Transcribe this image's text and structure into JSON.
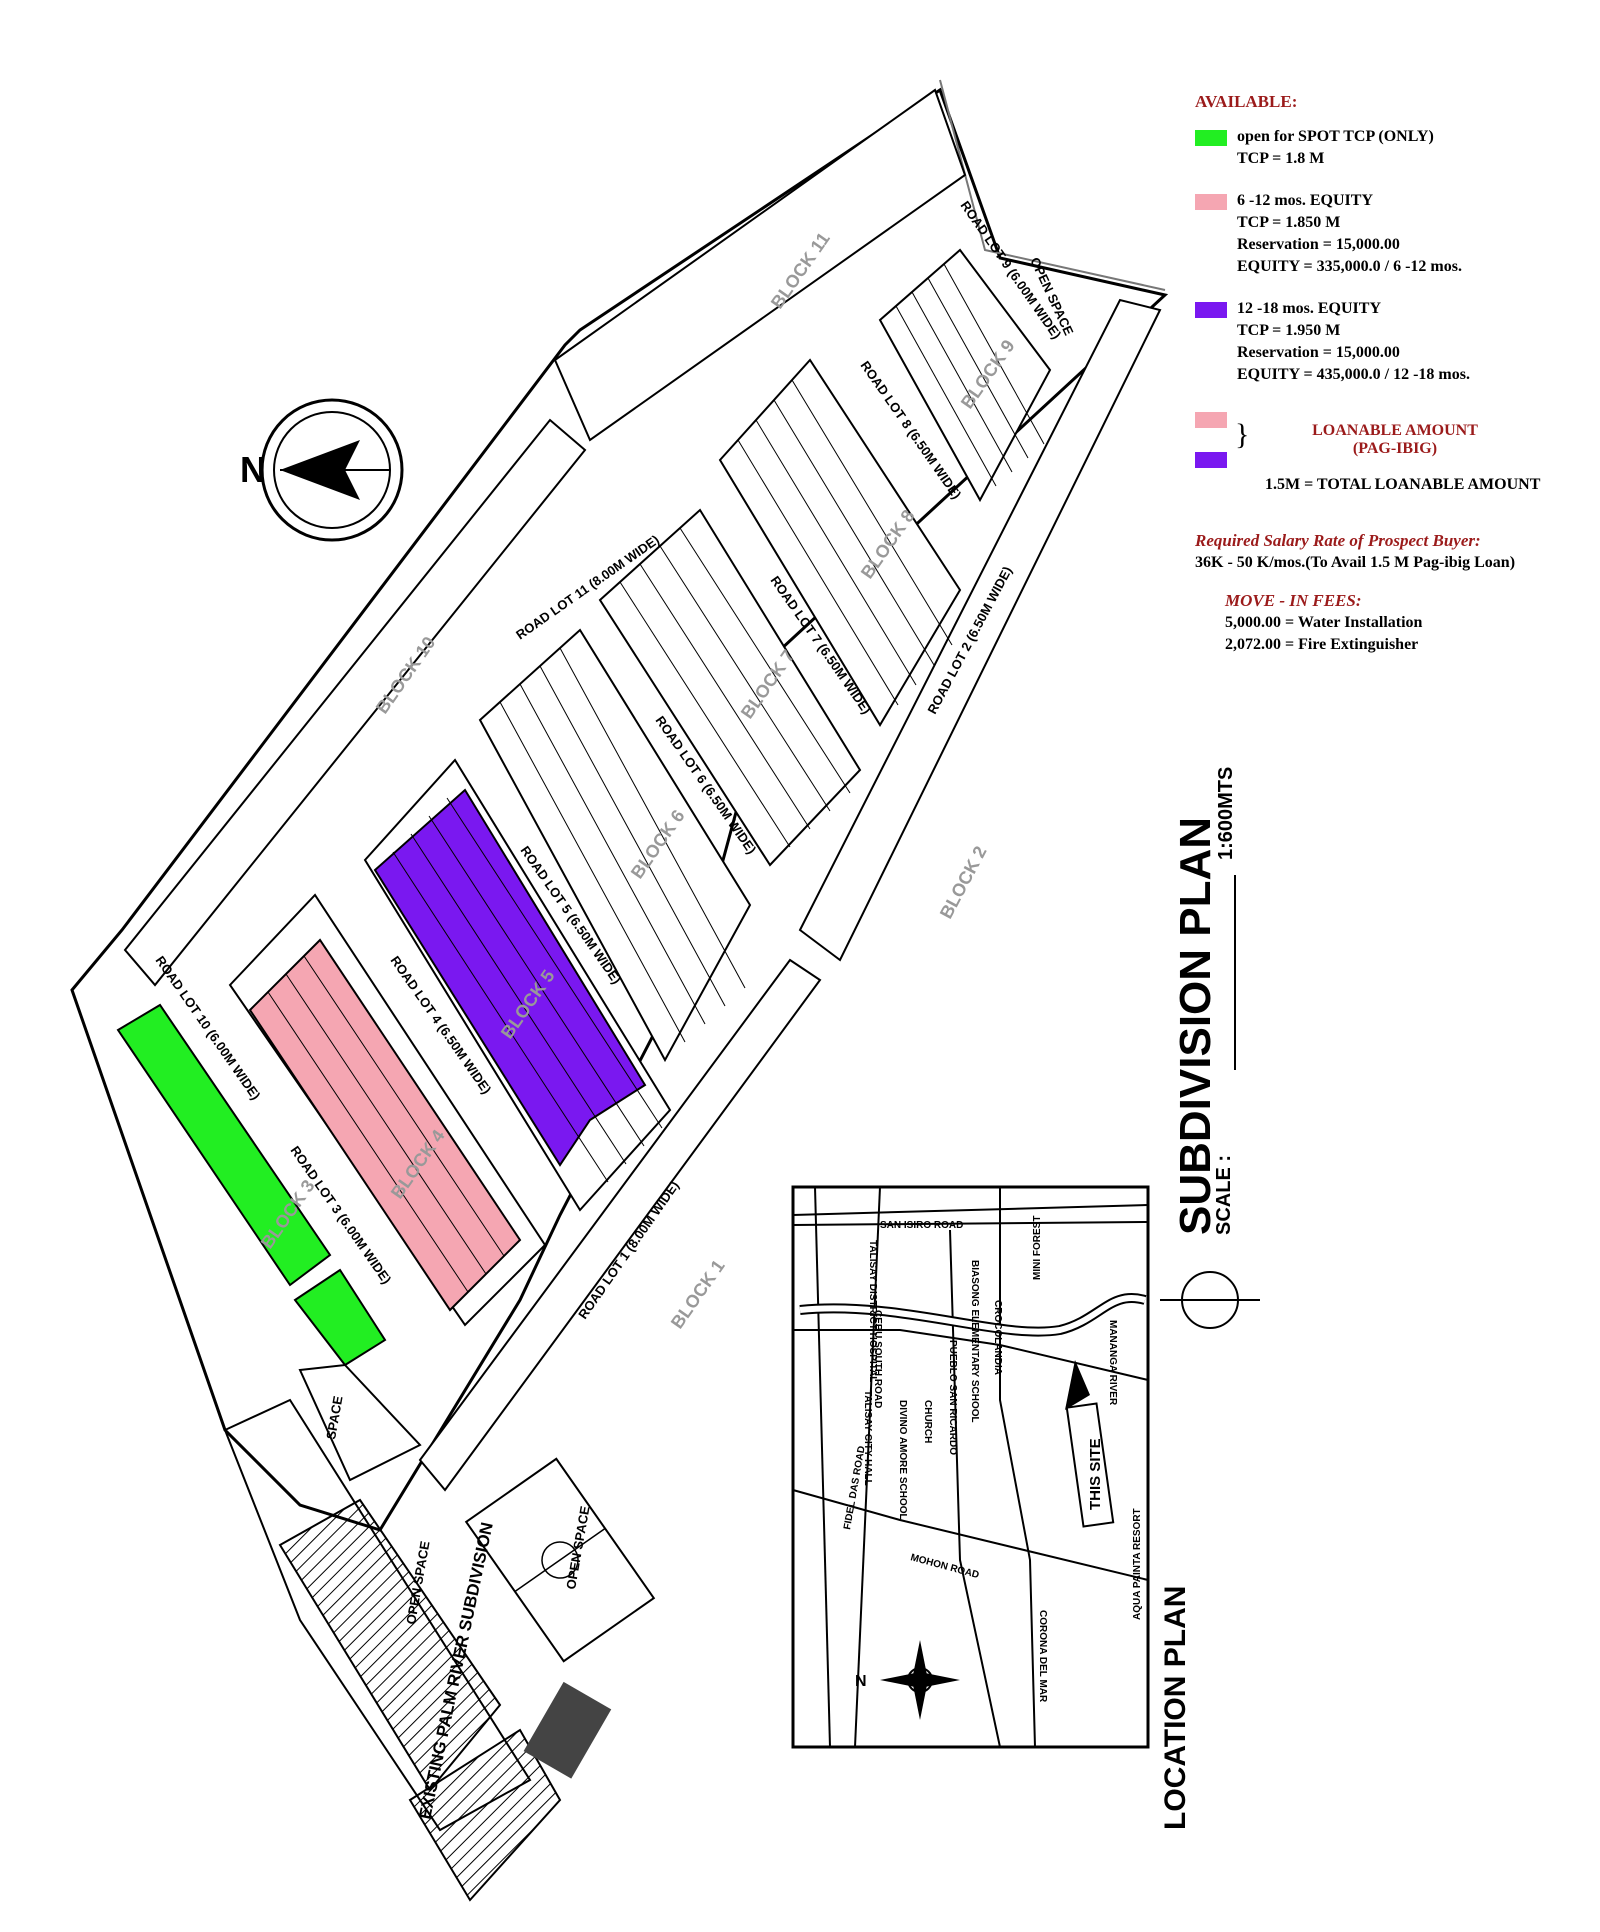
{
  "legend": {
    "title": "AVAILABLE:",
    "items": [
      {
        "color": "#22ee22",
        "line1": "open for SPOT TCP (ONLY)",
        "line2": "TCP = 1.8 M",
        "line3": "",
        "line4": ""
      },
      {
        "color": "#f5a6b2",
        "line1": "6 -12 mos. EQUITY",
        "line2": "TCP = 1.850 M",
        "line3": "Reservation = 15,000.00",
        "line4": "EQUITY = 335,000.0 / 6 -12 mos."
      },
      {
        "color": "#7a18f0",
        "line1": "12 -18 mos. EQUITY",
        "line2": "TCP = 1.950 M",
        "line3": "Reservation = 15,000.00",
        "line4": "EQUITY = 435,000.0 / 12 -18 mos."
      }
    ]
  },
  "loan": {
    "label1": "LOANABLE AMOUNT",
    "label2": "(PAG-IBIG)",
    "total": "1.5M = TOTAL LOANABLE AMOUNT"
  },
  "notes": {
    "salary_title": "Required Salary Rate of  Prospect Buyer:",
    "salary_text": "36K - 50 K/mos.(To Avail 1.5 M Pag-ibig Loan)",
    "fees_title": "MOVE - IN FEES:",
    "fee1": "5,000.00 = Water Installation",
    "fee2": "2,072.00 = Fire Extinguisher"
  },
  "plan": {
    "title": "SUBDIVISION PLAN",
    "scale_label": "SCALE :",
    "scale_value": "1:600MTS",
    "location_title": "LOCATION PLAN",
    "north": "N",
    "existing": "EXISTING PALM RIVER SUBDIVISION",
    "open_space_1": "OPEN SPACE",
    "open_space_2": "OPEN SPACE",
    "open_space_3": "OPEN SPACE",
    "space": "SPACE",
    "roads": {
      "r1": "ROAD LOT 1 (8.00M WIDE)",
      "r2": "ROAD LOT 2 (6.50M WIDE)",
      "r3": "ROAD LOT 3 (6.00M WIDE)",
      "r4": "ROAD LOT 4 (6.50M WIDE)",
      "r5": "ROAD LOT 5 (6.50M WIDE)",
      "r6": "ROAD LOT 6 (6.50M WIDE)",
      "r7": "ROAD LOT 7 (6.50M WIDE)",
      "r8": "ROAD LOT 8 (6.50M WIDE)",
      "r9": "ROAD LOT 9 (6.00M WIDE)",
      "r10": "ROAD LOT 10 (6.00M WIDE)",
      "r11": "ROAD LOT 11 (8.00M WIDE)"
    },
    "blocks": {
      "b1": "BLOCK 1",
      "b2": "BLOCK 2",
      "b3": "BLOCK 3",
      "b4": "BLOCK 4",
      "b5": "BLOCK 5",
      "b6": "BLOCK 6",
      "b7": "BLOCK 7",
      "b8": "BLOCK 8",
      "b9": "BLOCK 9",
      "b10": "BLOCK 10",
      "b11": "BLOCK 11"
    }
  },
  "location_map": {
    "san_isidro": "SAN ISIRO ROAD",
    "hospital": "TALISAY DISTRICT HOSPITAL",
    "mini_forest": "MINI FOREST",
    "city_hall": "TALISAY CITY HALL",
    "divino": "DIVINO AMORE SCHOOL",
    "church": "CHURCH",
    "pueblo": "PUEBLO SAN RICARDO",
    "elem": "BIASONG ELEMENTARY SCHOOL",
    "crocolandia": "CROCOLANDIA",
    "manipis": "MANANGA RIVER",
    "this_site": "THIS SITE",
    "fidel": "FIDEL DAS ROAD",
    "mohon": "MOHON ROAD",
    "aqua": "AQUA PAINTA RESORT",
    "corona": "CORONA DEL MAR",
    "cebu_road": "CEBU SOUTH ROAD",
    "north": "N"
  }
}
